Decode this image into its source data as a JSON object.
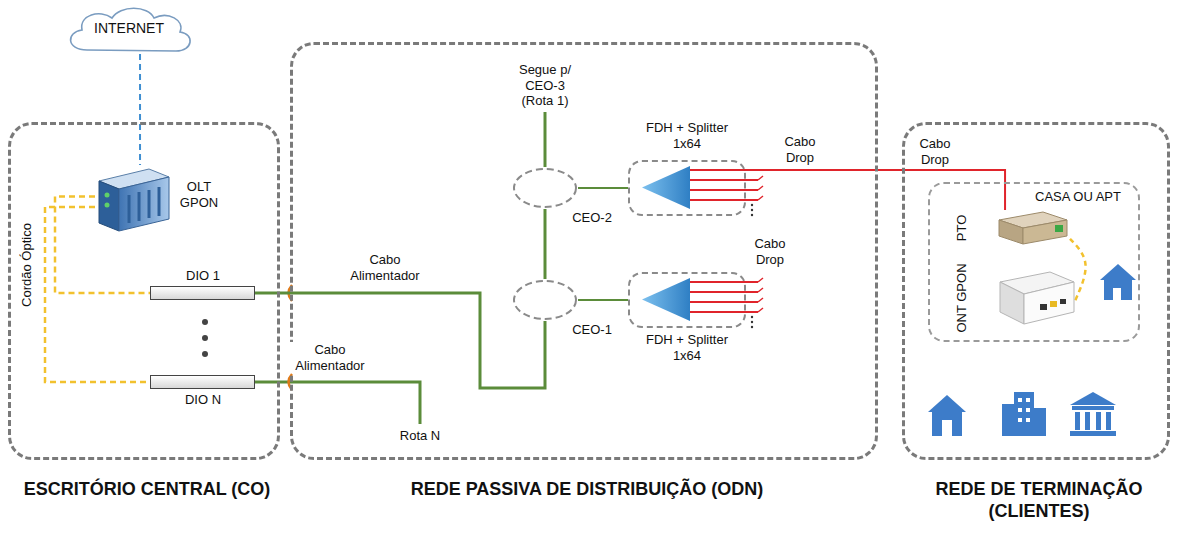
{
  "diagram": {
    "nodes": [
      {
        "text": [
          "ESCRITÓRIO CENTRAL (CO)"
        ]
      },
      {
        "text": [
          "INTERNET"
        ]
      },
      {
        "text": [
          "OLT GPON"
        ],
        "in": 0
      },
      {
        "text": [
          "DIO 1"
        ],
        "in": 0
      },
      {
        "text": [
          "DIO N"
        ],
        "in": 0
      },
      {
        "text": [
          "REDE PASSIVA DE DISTRIBUIÇÃO (ODN)"
        ]
      },
      {
        "text": [
          "CEO-2"
        ],
        "in": 5
      },
      {
        "text": [
          "CEO-1"
        ],
        "in": 5
      },
      {
        "text": [
          "FDH + Splitter 1x64"
        ],
        "in": 5
      },
      {
        "text": [
          "FDH + Splitter 1x64"
        ],
        "in": 5
      },
      {
        "text": [
          "REDE DE TERMINAÇÃO (CLIENTES)"
        ]
      },
      {
        "text": [
          "CASA OU APT"
        ],
        "in": 10
      },
      {
        "text": [
          "PTO"
        ],
        "in": 11
      },
      {
        "text": [
          "ONT GPON"
        ],
        "in": 11
      }
    ],
    "edges": [
      {
        "from": 1,
        "to": 2,
        "arrow": "none"
      },
      {
        "from": 2,
        "to": 3,
        "arrow": "none"
      },
      {
        "from": 2,
        "to": 4,
        "arrow": "none"
      },
      {
        "from": 3,
        "to": 7,
        "label": "Cabo Alimentador",
        "arrow": "none"
      },
      {
        "from": 7,
        "to": 6,
        "arrow": "none"
      },
      {
        "from": 6,
        "to": 8,
        "arrow": "none"
      },
      {
        "from": 7,
        "to": 9,
        "arrow": "none"
      },
      {
        "from": 8,
        "to": 12,
        "label": "Cabo Drop",
        "arrow": "none"
      },
      {
        "from": 12,
        "to": 13,
        "arrow": "none"
      }
    ],
    "labels": [
      "Cordão Óptico",
      "Cabo Alimentador",
      "Rota N",
      "Segue p/ CEO-3 (Rota 1)",
      "Cabo Drop",
      "Cabo Drop"
    ]
  }
}
